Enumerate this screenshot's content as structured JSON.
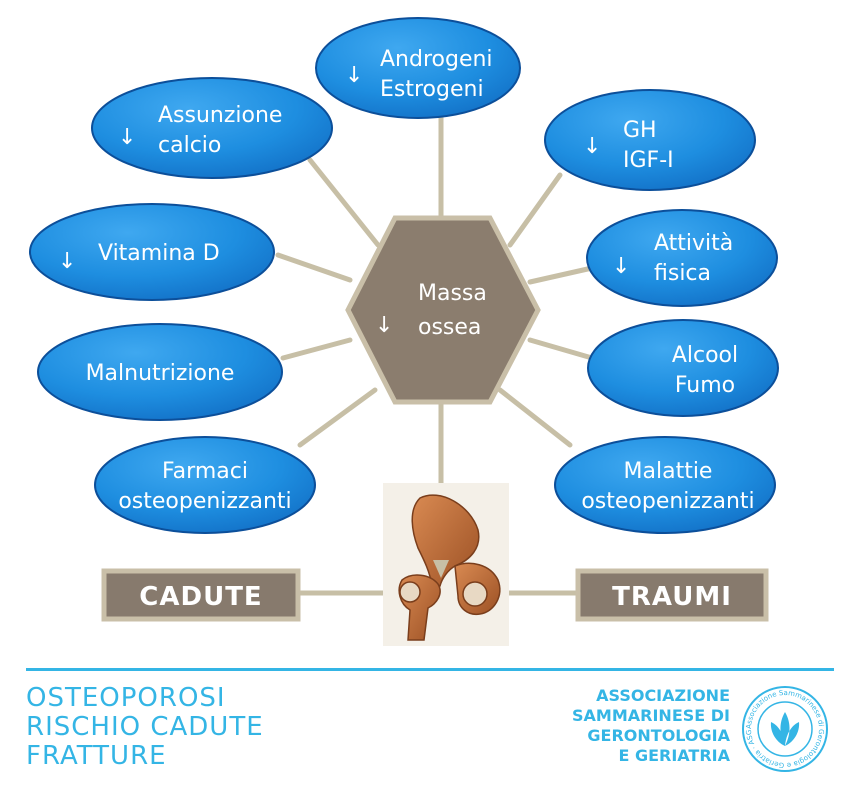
{
  "center": {
    "arrow": "↓",
    "lines": [
      "Massa",
      "ossea"
    ]
  },
  "nodes": [
    {
      "id": "androgeni-estrogeni",
      "arrow": "↓",
      "lines": [
        "Androgeni",
        "Estrogeni"
      ]
    },
    {
      "id": "gh-igf",
      "arrow": "↓",
      "lines": [
        "GH",
        "IGF-I"
      ]
    },
    {
      "id": "attivita-fisica",
      "arrow": "↓",
      "lines": [
        "Attività",
        "fisica"
      ]
    },
    {
      "id": "alcool-fumo",
      "arrow": "",
      "lines": [
        "Alcool",
        "Fumo"
      ]
    },
    {
      "id": "malattie-osteopenizzanti",
      "arrow": "",
      "lines": [
        "Malattie",
        "osteopenizzanti"
      ]
    },
    {
      "id": "farmaci-osteopenizzanti",
      "arrow": "",
      "lines": [
        "Farmaci",
        "osteopenizzanti"
      ]
    },
    {
      "id": "malnutrizione",
      "arrow": "",
      "lines": [
        "Malnutrizione"
      ]
    },
    {
      "id": "vitamina-d",
      "arrow": "↓",
      "lines": [
        "Vitamina D"
      ]
    },
    {
      "id": "assunzione-calcio",
      "arrow": "↓",
      "lines": [
        "Assunzione",
        "calcio"
      ]
    }
  ],
  "boxes": {
    "cadute": "CADUTE",
    "traumi": "TRAUMI"
  },
  "footer": {
    "title_lines": [
      "OSTEOPOROSI",
      "RISCHIO CADUTE",
      "FRATTURE"
    ],
    "org_lines": [
      "ASSOCIAZIONE",
      "SAMMARINESE DI",
      "GERONTOLOGIA",
      "E GERIATRIA"
    ],
    "seal_text": "Associazione Sammarinese di Gerontologia e Geriatria · ASGG ·"
  },
  "colors": {
    "node_fill": "#1e8ee0",
    "node_stroke": "#0c4f9a",
    "hex_fill": "#8b7d6e",
    "hex_stroke": "#c9bfa8",
    "box_fill": "#877a6d",
    "box_stroke": "#c9bfa8",
    "connector": "#c7bfa6",
    "accent": "#34b5e5",
    "bone": "#c0703e"
  }
}
